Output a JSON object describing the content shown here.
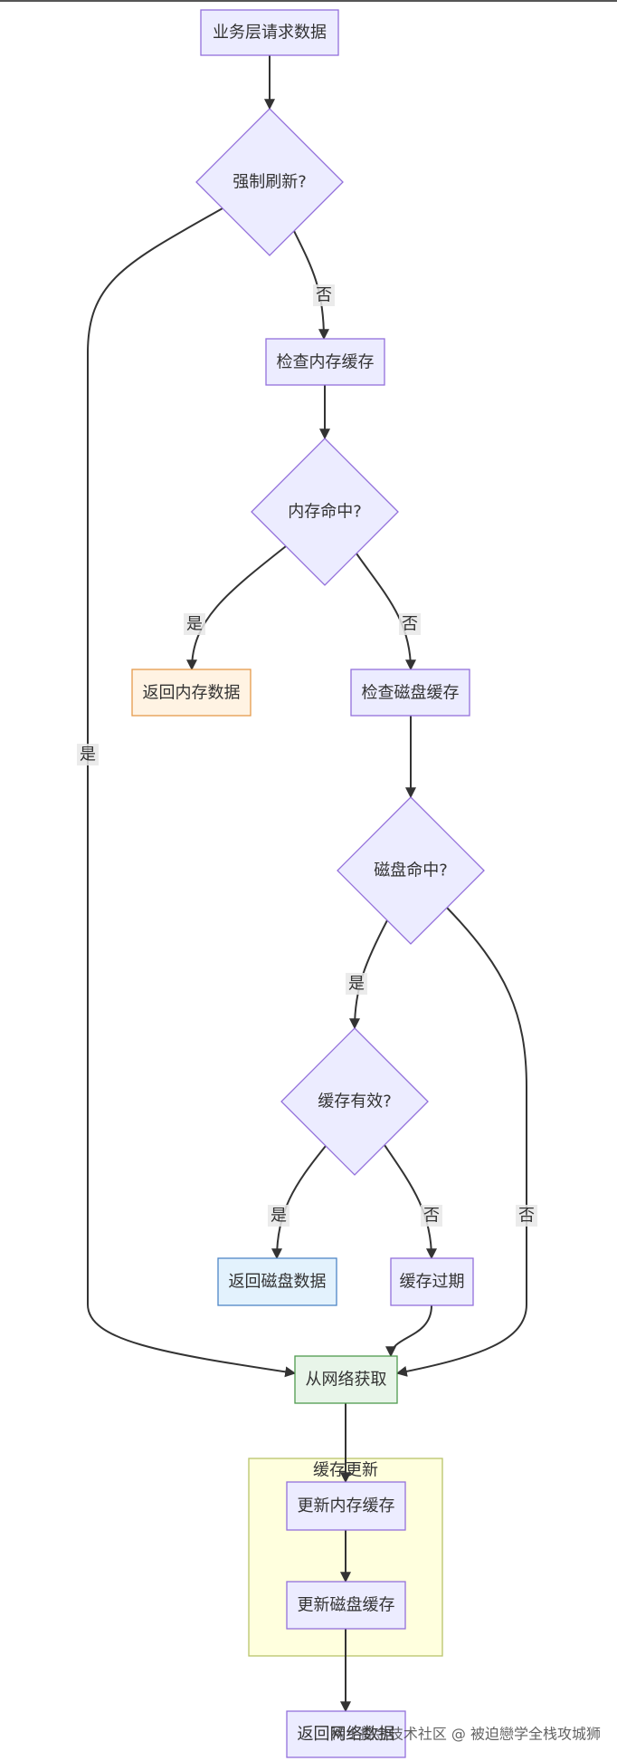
{
  "flowchart": {
    "nodes": {
      "request": "业务层请求数据",
      "force_refresh": "强制刷新?",
      "check_memory": "检查内存缓存",
      "memory_hit": "内存命中?",
      "return_memory": "返回内存数据",
      "check_disk": "检查磁盘缓存",
      "disk_hit": "磁盘命中?",
      "cache_valid": "缓存有效?",
      "return_disk": "返回磁盘数据",
      "cache_expired": "缓存过期",
      "fetch_network": "从网络获取",
      "update_memory": "更新内存缓存",
      "update_disk": "更新磁盘缓存",
      "return_network": "返回网络数据"
    },
    "subgraph_title": "缓存更新",
    "edges": [
      {
        "from": "业务层请求数据",
        "to": "强制刷新?"
      },
      {
        "from": "强制刷新?",
        "to": "检查内存缓存",
        "label": "否"
      },
      {
        "from": "强制刷新?",
        "to": "从网络获取",
        "label": "是"
      },
      {
        "from": "检查内存缓存",
        "to": "内存命中?"
      },
      {
        "from": "内存命中?",
        "to": "返回内存数据",
        "label": "是"
      },
      {
        "from": "内存命中?",
        "to": "检查磁盘缓存",
        "label": "否"
      },
      {
        "from": "检查磁盘缓存",
        "to": "磁盘命中?"
      },
      {
        "from": "磁盘命中?",
        "to": "缓存有效?",
        "label": "是"
      },
      {
        "from": "磁盘命中?",
        "to": "从网络获取",
        "label": "否"
      },
      {
        "from": "缓存有效?",
        "to": "返回磁盘数据",
        "label": "是"
      },
      {
        "from": "缓存有效?",
        "to": "缓存过期",
        "label": "否"
      },
      {
        "from": "缓存过期",
        "to": "从网络获取"
      },
      {
        "from": "从网络获取",
        "to": "更新内存缓存"
      },
      {
        "from": "更新内存缓存",
        "to": "更新磁盘缓存"
      },
      {
        "from": "更新磁盘缓存",
        "to": "返回网络数据"
      }
    ]
  },
  "watermark": "稀土掘金技术社区 @ 被迫戀学全栈攻城狮",
  "colors": {
    "node_fill": "#ECECFF",
    "node_stroke": "#9370DB",
    "memory_result_fill": "#FFF3E3",
    "memory_result_stroke": "#E59A4A",
    "disk_result_fill": "#E3F2FD",
    "disk_result_stroke": "#4F86C6",
    "network_fill": "#E8F5E9",
    "network_stroke": "#4E9A4E",
    "subgraph_fill": "#FFFFDE",
    "subgraph_stroke": "#B8C26A",
    "edge": "#333333"
  }
}
